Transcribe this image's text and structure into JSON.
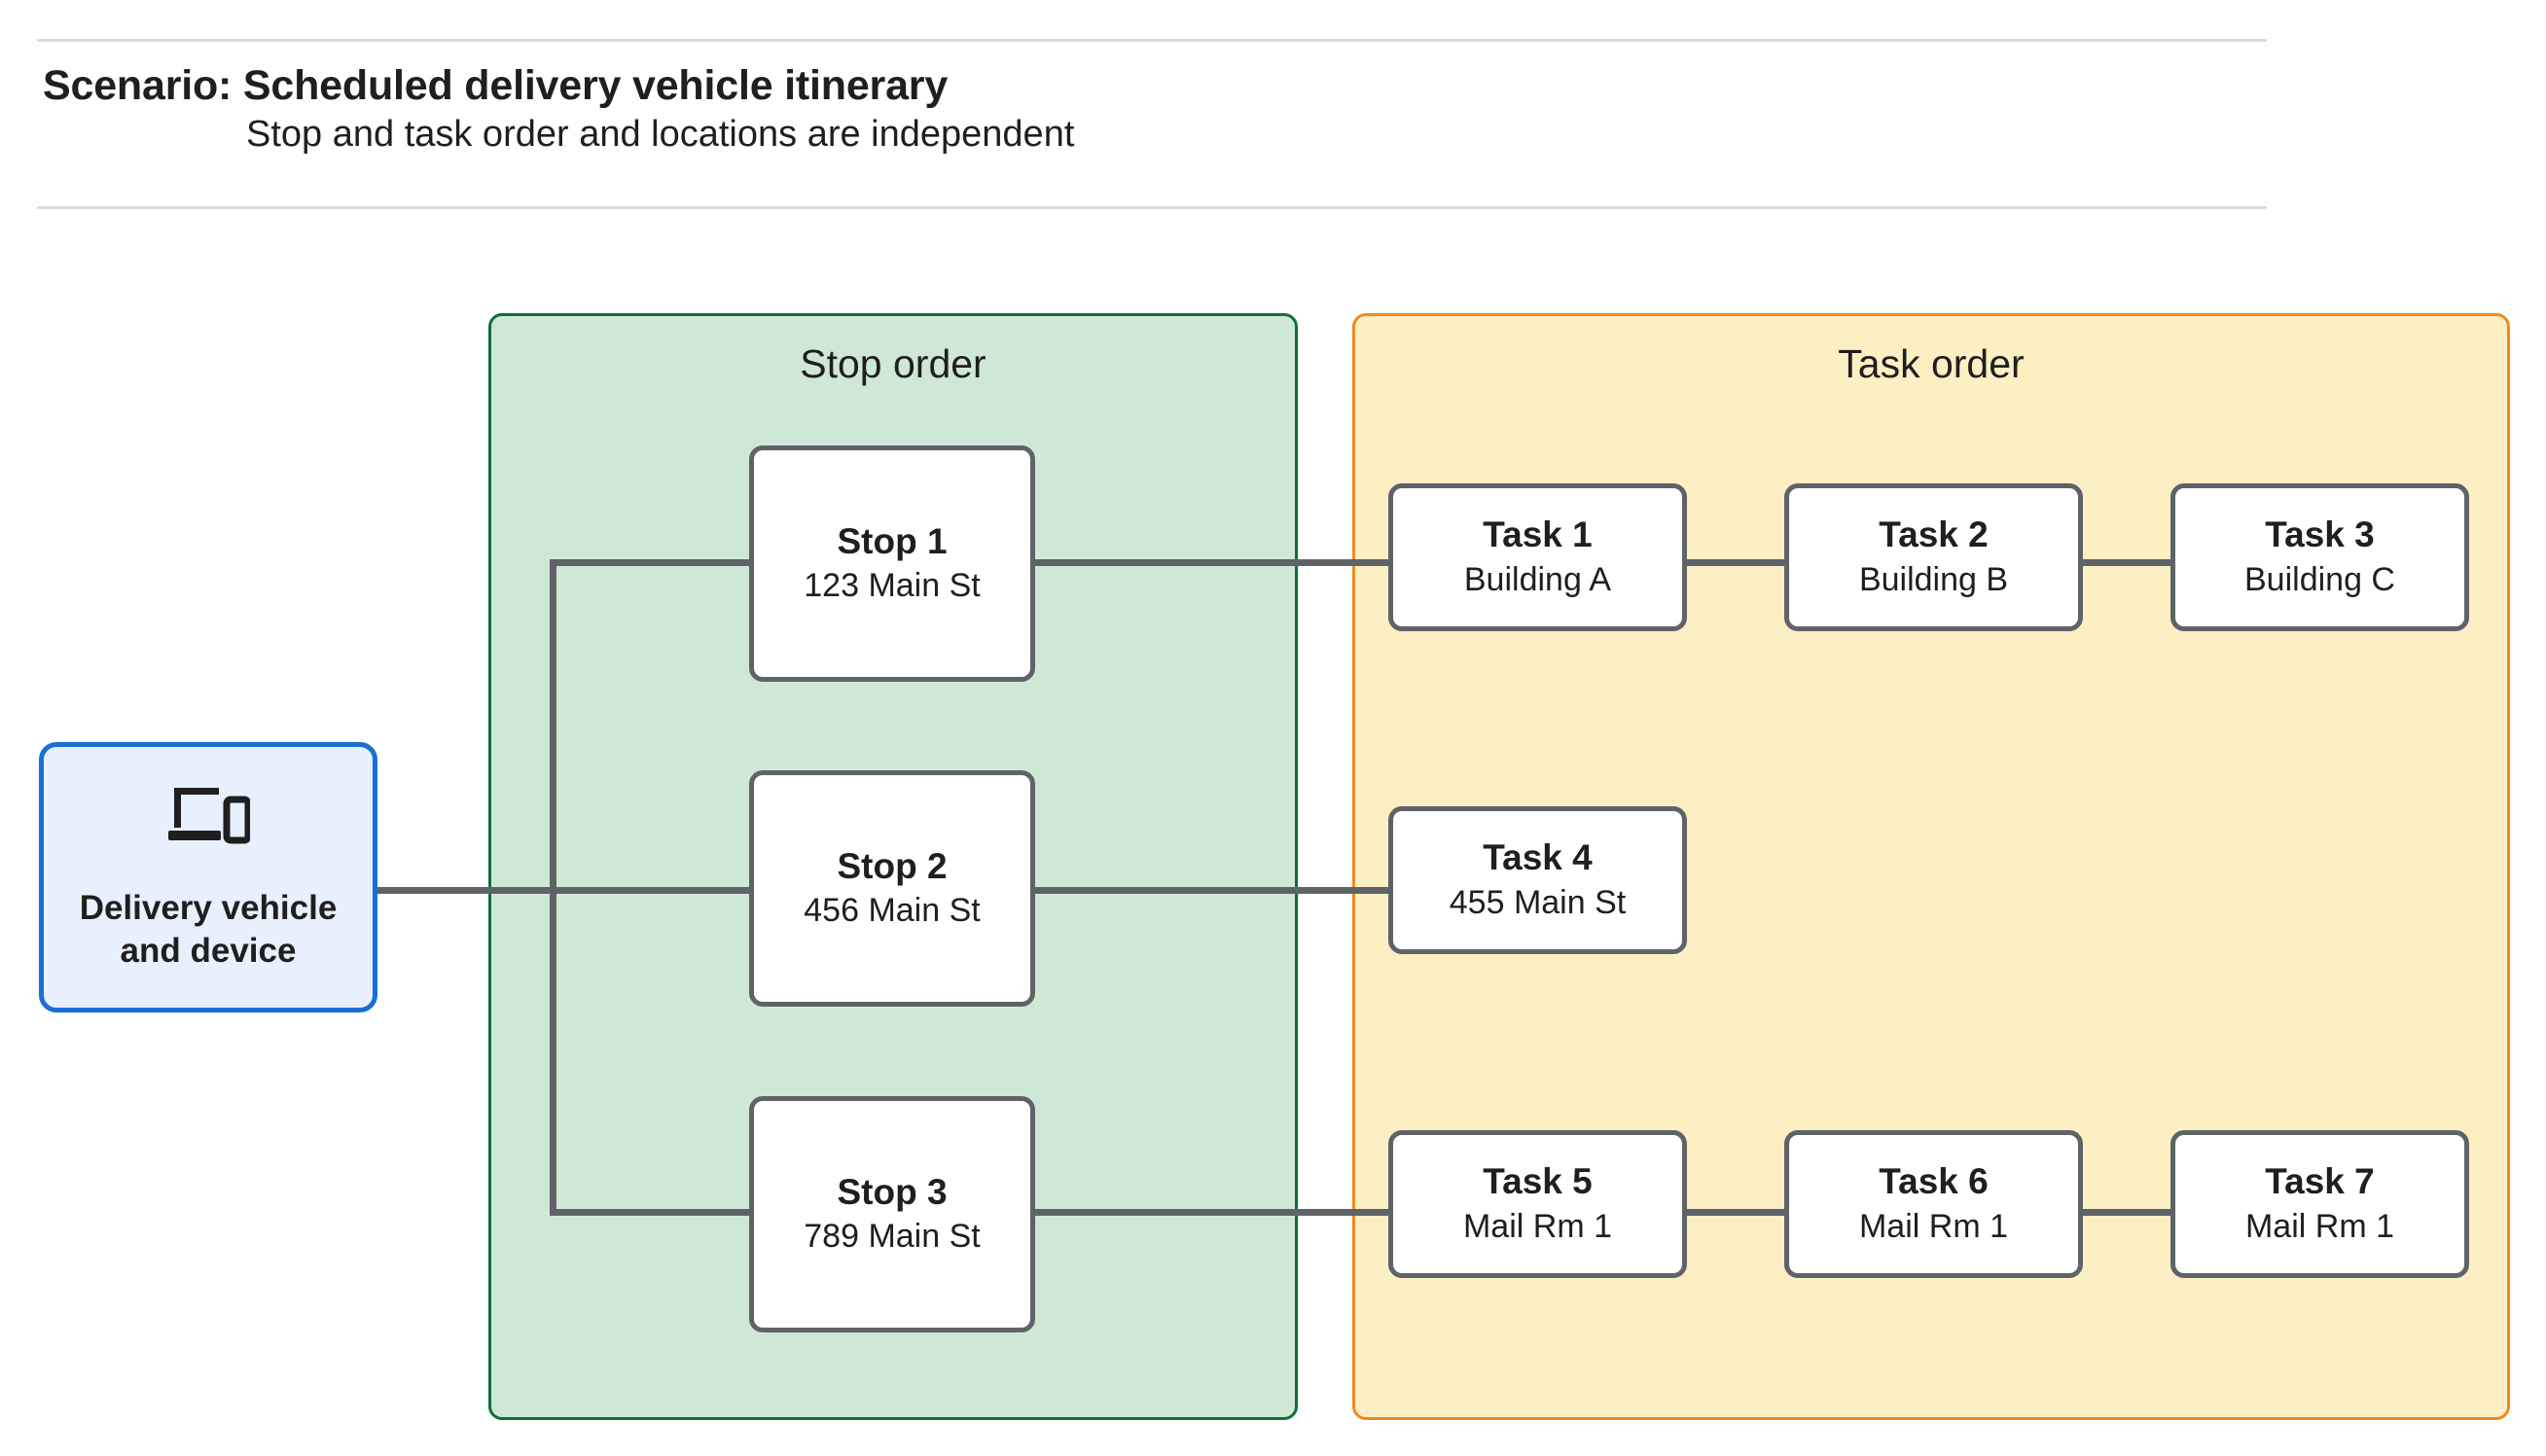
{
  "header": {
    "title": "Scenario: Scheduled delivery vehicle itinerary",
    "subtitle": "Stop and task order and locations are independent"
  },
  "vehicle": {
    "icon": "devices-laptop-phone-icon",
    "label_line1": "Delivery vehicle",
    "label_line2": "and device",
    "fill": "#e8effd",
    "border": "#1a6fd4"
  },
  "groups": {
    "stops": {
      "title": "Stop order",
      "fill": "#cfe8d6",
      "border": "#0f7038"
    },
    "tasks": {
      "title": "Task order",
      "fill": "#fdefc4",
      "border": "#f08a1e"
    }
  },
  "stops": [
    {
      "title": "Stop 1",
      "sub": "123 Main St"
    },
    {
      "title": "Stop 2",
      "sub": "456 Main St"
    },
    {
      "title": "Stop 3",
      "sub": "789 Main St"
    }
  ],
  "tasks": [
    {
      "title": "Task 1",
      "sub": "Building A"
    },
    {
      "title": "Task 2",
      "sub": "Building B"
    },
    {
      "title": "Task 3",
      "sub": "Building C"
    },
    {
      "title": "Task 4",
      "sub": "455 Main St"
    },
    {
      "title": "Task 5",
      "sub": "Mail Rm 1"
    },
    {
      "title": "Task 6",
      "sub": "Mail Rm 1"
    },
    {
      "title": "Task 7",
      "sub": "Mail Rm 1"
    }
  ],
  "connector_color": "#5f6368"
}
